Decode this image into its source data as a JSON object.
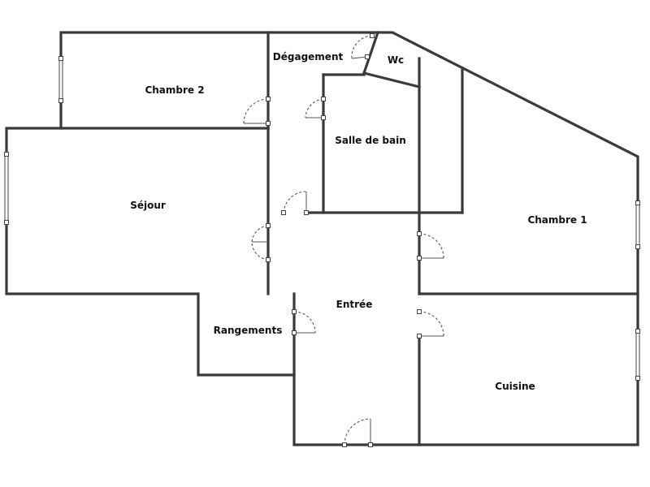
{
  "floor_plan": {
    "rooms": [
      {
        "id": "chambre-2",
        "label": "Chambre 2"
      },
      {
        "id": "degagement",
        "label": "Dégagement"
      },
      {
        "id": "wc",
        "label": "Wc"
      },
      {
        "id": "salle-de-bain",
        "label": "Salle de bain"
      },
      {
        "id": "sejour",
        "label": "Séjour"
      },
      {
        "id": "chambre-1",
        "label": "Chambre 1"
      },
      {
        "id": "entree",
        "label": "Entrée"
      },
      {
        "id": "rangements",
        "label": "Rangements"
      },
      {
        "id": "cuisine",
        "label": "Cuisine"
      }
    ],
    "colors": {
      "wall": "#3a3a3a",
      "background": "#ffffff"
    }
  }
}
